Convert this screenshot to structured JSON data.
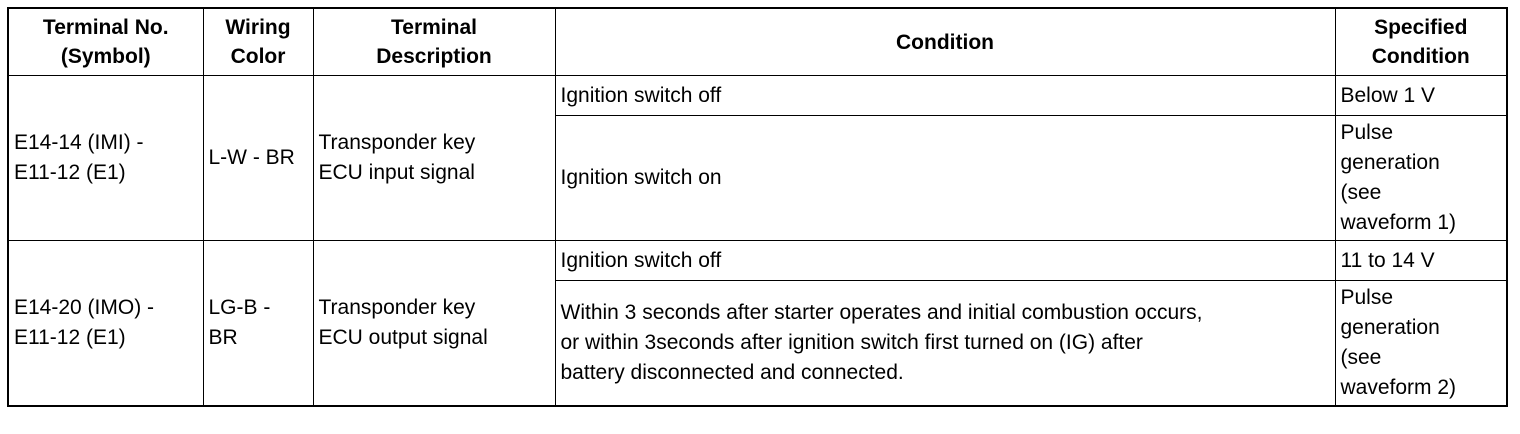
{
  "headers": [
    "Terminal No.\n(Symbol)",
    "Wiring\nColor",
    "Terminal\nDescription",
    "Condition",
    "Specified\nCondition"
  ],
  "rows": [
    {
      "terminal": "E14-14 (IMI) -\nE11-12 (E1)",
      "wiring": "L-W - BR",
      "description": "Transponder key\nECU input signal",
      "conditions": [
        {
          "condition": "Ignition switch off",
          "spec": "Below 1 V"
        },
        {
          "condition": "Ignition switch on",
          "spec": "Pulse\ngeneration\n(see\nwaveform 1)"
        }
      ]
    },
    {
      "terminal": "E14-20 (IMO) -\nE11-12 (E1)",
      "wiring": "LG-B -\nBR",
      "description": "Transponder key\nECU output signal",
      "conditions": [
        {
          "condition": "Ignition switch off",
          "spec": "11 to 14 V"
        },
        {
          "condition": "Within 3 seconds after starter operates and initial combustion occurs,\nor within 3seconds after ignition switch first turned on (IG) after\nbattery disconnected and connected.",
          "spec": "Pulse\ngeneration\n(see\nwaveform 2)"
        }
      ]
    }
  ]
}
